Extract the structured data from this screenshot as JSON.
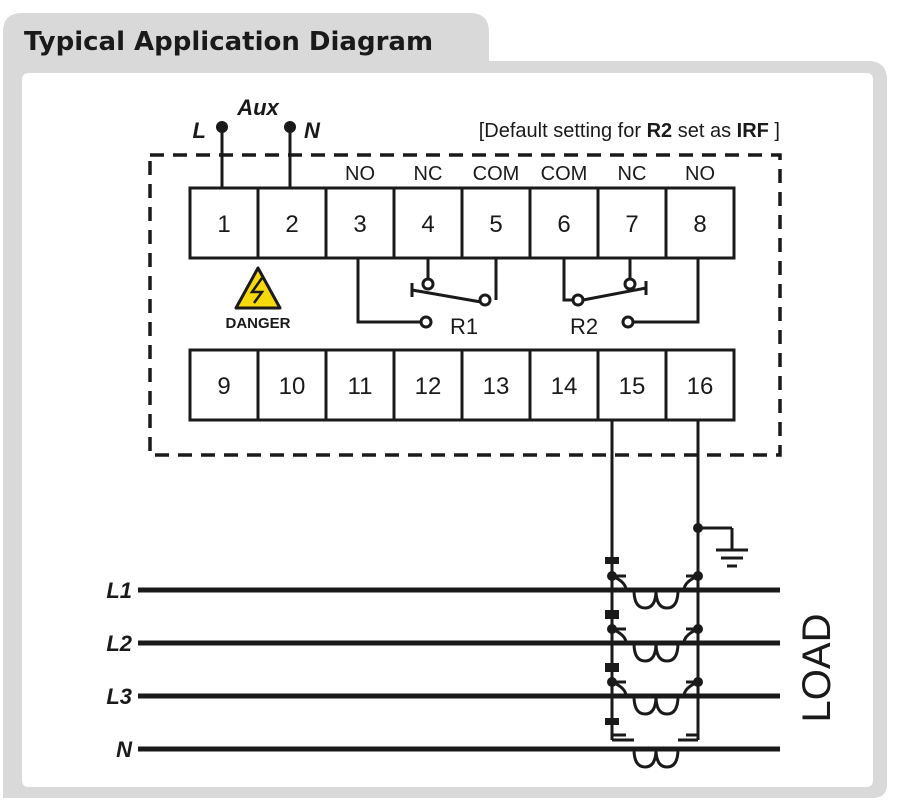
{
  "title": "Typical Application Diagram",
  "note": {
    "prefix": "[Default setting for ",
    "relay": "R2",
    "middle": " set as ",
    "mode": "IRF",
    "suffix": " ]"
  },
  "aux": {
    "label": "Aux",
    "line": "L",
    "neutral": "N"
  },
  "top_terminals": [
    "1",
    "2",
    "3",
    "4",
    "5",
    "6",
    "7",
    "8"
  ],
  "top_contact_labels": [
    "",
    "",
    "NO",
    "NC",
    "COM",
    "COM",
    "NC",
    "NO"
  ],
  "bottom_terminals": [
    "9",
    "10",
    "11",
    "12",
    "13",
    "14",
    "15",
    "16"
  ],
  "relays": [
    "R1",
    "R2"
  ],
  "danger_label": "DANGER",
  "lines": [
    "L1",
    "L2",
    "L3",
    "N"
  ],
  "load_label": "LOAD",
  "colors": {
    "background": "#ffffff",
    "frame": "#d9d9d9",
    "ink": "#1a1a1a",
    "danger_yellow": "#f5d90a"
  },
  "icons": [
    "danger-high-voltage-icon",
    "ground-icon"
  ]
}
